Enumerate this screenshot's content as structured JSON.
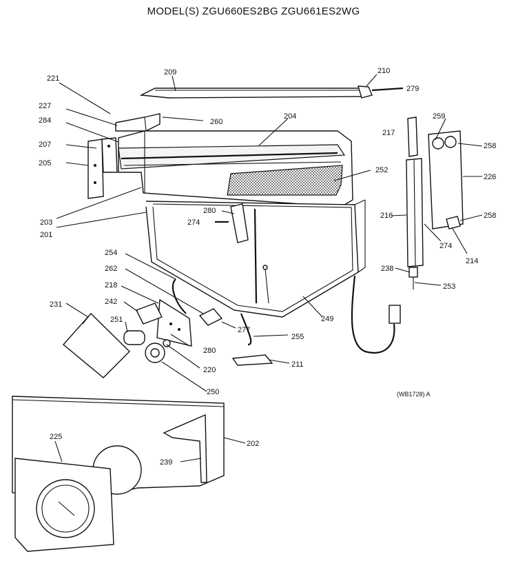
{
  "header": {
    "title": "MODEL(S) ZGU660ES2BG  ZGU661ES2WG"
  },
  "reference": {
    "code": "(WB1728) A"
  },
  "callouts": {
    "c221": "221",
    "c209": "209",
    "c210": "210",
    "c279": "279",
    "c227": "227",
    "c260": "260",
    "c284": "284",
    "c204": "204",
    "c207": "207",
    "c205": "205",
    "c203": "203",
    "c201": "201",
    "c252": "252",
    "c280a": "280",
    "c274a": "274",
    "c217": "217",
    "c259": "259",
    "c258a": "258",
    "c226": "226",
    "c216": "216",
    "c258b": "258",
    "c274b": "274",
    "c214": "214",
    "c238": "238",
    "c253": "253",
    "c254": "254",
    "c262": "262",
    "c218": "218",
    "c242": "242",
    "c231": "231",
    "c251": "251",
    "c277": "277",
    "c280b": "280",
    "c220": "220",
    "c255": "255",
    "c249": "249",
    "c211": "211",
    "c250": "250",
    "c225": "225",
    "c202": "202",
    "c239": "239"
  }
}
